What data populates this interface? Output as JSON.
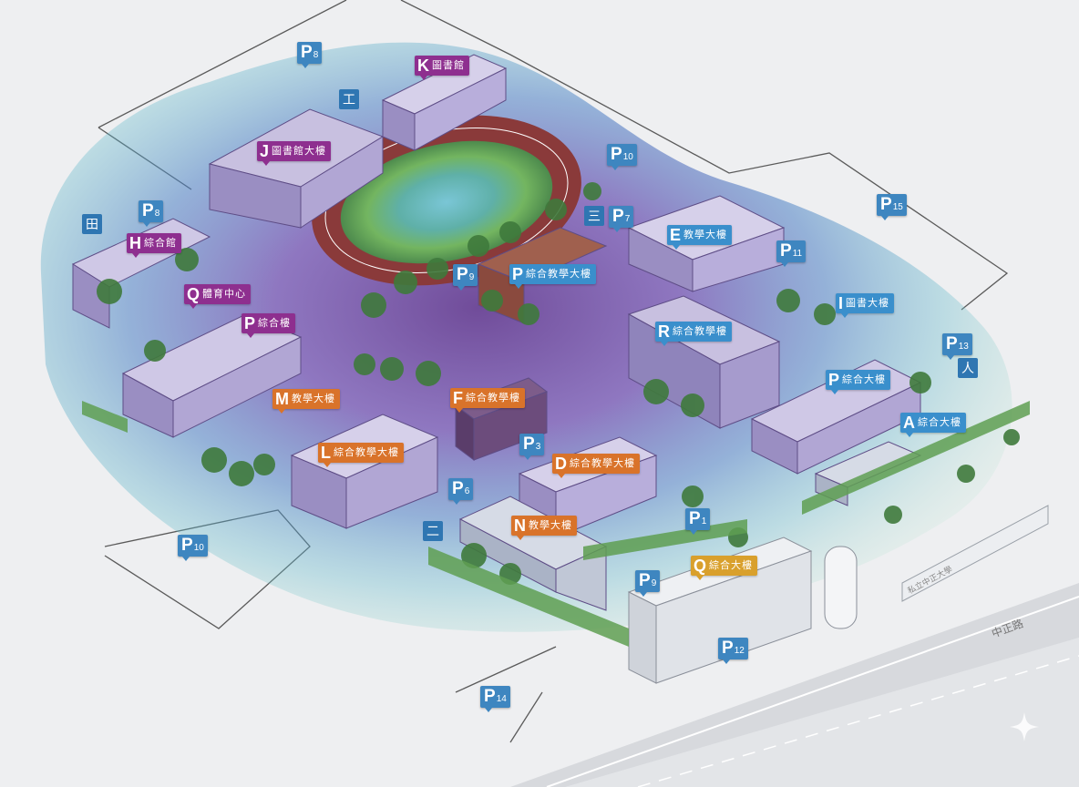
{
  "colors": {
    "parking": "#3e86c0",
    "purple": "#8e2f8f",
    "blue": "#3a8fcc",
    "orange": "#d9732a",
    "gold": "#d9a02c",
    "facility": "#2f76b2"
  },
  "parking_pins": [
    {
      "id": "p8-top",
      "p": "P",
      "n": "8"
    },
    {
      "id": "p10-north",
      "p": "P",
      "n": "10"
    },
    {
      "id": "p8-west",
      "p": "P",
      "n": "8"
    },
    {
      "id": "p15",
      "p": "P",
      "n": "15"
    },
    {
      "id": "p7",
      "p": "P",
      "n": "7"
    },
    {
      "id": "p11",
      "p": "P",
      "n": "11"
    },
    {
      "id": "p9-center",
      "p": "P",
      "n": "9"
    },
    {
      "id": "p13",
      "p": "P",
      "n": "13"
    },
    {
      "id": "p3",
      "p": "P",
      "n": "3"
    },
    {
      "id": "p6",
      "p": "P",
      "n": "6"
    },
    {
      "id": "p1",
      "p": "P",
      "n": "1"
    },
    {
      "id": "p10-south",
      "p": "P",
      "n": "10"
    },
    {
      "id": "p9-south",
      "p": "P",
      "n": "9"
    },
    {
      "id": "p12",
      "p": "P",
      "n": "12"
    },
    {
      "id": "p14",
      "p": "P",
      "n": "14"
    }
  ],
  "building_labels": [
    {
      "id": "k",
      "code": "K",
      "text": "圖書館"
    },
    {
      "id": "j",
      "code": "J",
      "text": "圖書館大樓"
    },
    {
      "id": "h",
      "code": "H",
      "text": "綜合館"
    },
    {
      "id": "q-west",
      "code": "Q",
      "text": "體育中心"
    },
    {
      "id": "p-west",
      "code": "P",
      "text": "綜合樓"
    },
    {
      "id": "e",
      "code": "E",
      "text": "教學大樓"
    },
    {
      "id": "p-center",
      "code": "P",
      "text": "綜合教學大樓"
    },
    {
      "id": "r",
      "code": "R",
      "text": "綜合教學樓"
    },
    {
      "id": "i",
      "code": "I",
      "text": "圖書大樓"
    },
    {
      "id": "p-east",
      "code": "P",
      "text": "綜合大樓"
    },
    {
      "id": "a",
      "code": "A",
      "text": "綜合大樓"
    },
    {
      "id": "m",
      "code": "M",
      "text": "教學大樓"
    },
    {
      "id": "f",
      "code": "F",
      "text": "綜合教學樓"
    },
    {
      "id": "l",
      "code": "L",
      "text": "綜合教學大樓"
    },
    {
      "id": "d",
      "code": "D",
      "text": "綜合教學大樓"
    },
    {
      "id": "n",
      "code": "N",
      "text": "教學大樓"
    },
    {
      "id": "q-south",
      "code": "Q",
      "text": "綜合大樓"
    }
  ],
  "facility_icons": [
    {
      "id": "fac-top",
      "glyph": "工"
    },
    {
      "id": "fac-west",
      "glyph": "田"
    },
    {
      "id": "fac-center",
      "glyph": "三"
    },
    {
      "id": "fac-east",
      "glyph": "人"
    },
    {
      "id": "fac-south",
      "glyph": "二"
    }
  ],
  "gate_sign": "私立中正大學",
  "road_sign": "中正路"
}
